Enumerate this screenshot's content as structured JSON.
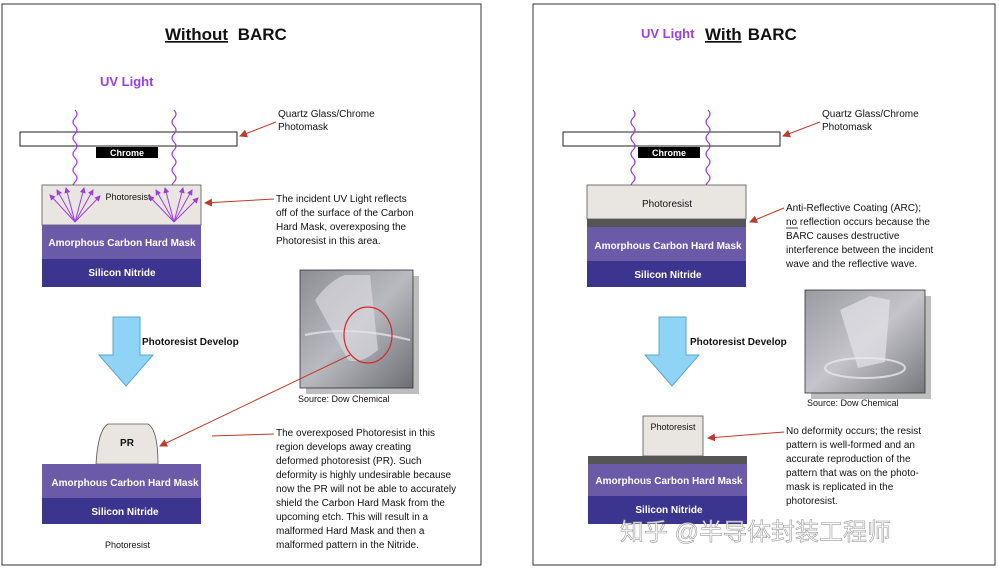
{
  "left": {
    "title_underlined": "Without",
    "title_rest": " BARC",
    "uv_label": "UV Light",
    "photomask_label_1": "Quartz Glass/Chrome",
    "photomask_label_2": "Photomask",
    "chrome_label": "Chrome",
    "photoresist_label": "Photoresist",
    "hardmask_label": "Amorphous Carbon Hard Mask",
    "nitride_label": "Silicon Nitride",
    "reflect_desc": [
      "The incident UV Light reflects",
      "off of the surface of the Carbon",
      "Hard Mask, overexposing the",
      "Photoresist in this area."
    ],
    "develop_label": "Photoresist Develop",
    "source_label": "Source: Dow Chemical",
    "pr_label": "PR",
    "deform_desc": [
      "The overexposed Photoresist in this",
      "region develops away creating",
      "deformed photoresist (PR). Such",
      "deformity is highly undesirable because",
      "now the PR will not be able to accurately",
      "shield the Carbon Hard Mask from the",
      "upcoming etch. This will result in a",
      "malformed Hard Mask and then a",
      "malformed pattern in the Nitride."
    ],
    "bottom_hardmask_label": "Amorphous Carbon Hard Mask",
    "bottom_nitride_label": "Silicon Nitride",
    "bottom_caption": "Photoresist"
  },
  "right": {
    "uv_label": "UV Light",
    "title_underlined": "With",
    "title_rest": " BARC",
    "photomask_label_1": "Quartz Glass/Chrome",
    "photomask_label_2": "Photomask",
    "chrome_label": "Chrome",
    "photoresist_label": "Photoresist",
    "hardmask_label": "Amorphous Carbon Hard Mask",
    "nitride_label": "Silicon Nitride",
    "arc_desc": [
      "Anti-Reflective Coating (ARC);",
      "no reflection occurs because the",
      "BARC causes destructive",
      "interference between the incident",
      "wave and the reflective wave."
    ],
    "arc_desc_underline_word": "no",
    "develop_label": "Photoresist Develop",
    "source_label": "Source: Dow Chemical",
    "pr_label": "Photoresist",
    "nodeform_desc": [
      "No deformity occurs; the resist",
      "pattern is well-formed and an",
      "accurate reproduction of the",
      "pattern that was on the photo-",
      "mask is replicated in the",
      "photoresist."
    ],
    "bottom_hardmask_label": "Amorphous Carbon Hard Mask",
    "bottom_nitride_label": "Silicon Nitride"
  },
  "watermark": "知乎 @半导体封装工程师",
  "colors": {
    "uv": "#9b3fe0",
    "arrow_red": "#c0392b",
    "hardmask": "#6a5aa8",
    "nitride": "#3b3590",
    "photoresist": "#e9e6e2",
    "chrome": "#000000",
    "barc": "#555555",
    "develop_arrow": "#8fd3f5"
  }
}
